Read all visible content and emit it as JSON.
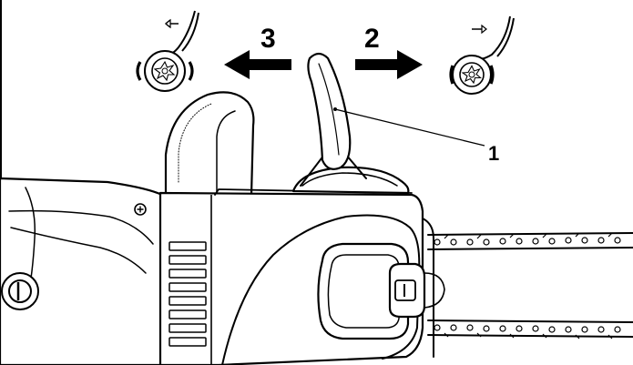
{
  "figure": {
    "callouts": {
      "step_release": "3",
      "step_engage": "2",
      "part_brake_lever": "1"
    },
    "icons": {
      "release_indicator": "chain-brake-released-icon",
      "engage_indicator": "chain-brake-engaged-icon",
      "release_arrow": "arrow-left-icon",
      "engage_arrow": "arrow-right-icon"
    },
    "colors": {
      "ink": "#000000",
      "paper": "#ffffff"
    }
  }
}
